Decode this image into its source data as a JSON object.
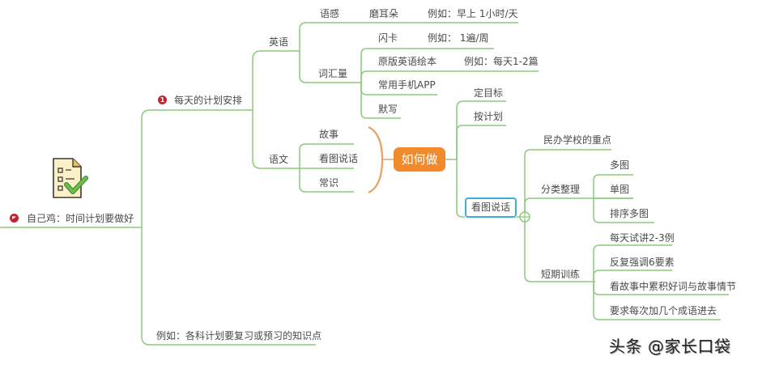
{
  "root": {
    "label": "自己鸡：时间计划要做好",
    "icon": "checklist-document-icon"
  },
  "branches": {
    "daily_plan": {
      "label": "每天的计划安排",
      "marker": "1"
    },
    "example_review": {
      "label": "例如：各科计划要复习或预习的知识点"
    }
  },
  "english": {
    "label": "英语",
    "yugan": {
      "label": "语感",
      "item": "磨耳朵",
      "example": "例如：早上 1小时/天"
    },
    "vocab": {
      "label": "词汇量",
      "items": [
        {
          "label": "闪卡",
          "example": "例如： 1遍/周"
        },
        {
          "label": "原版英语绘本",
          "example": "例如：每天1-2篇"
        },
        {
          "label": "常用手机APP"
        },
        {
          "label": "默写"
        }
      ]
    }
  },
  "chinese": {
    "label": "语文",
    "items": [
      "故事",
      "看图说话",
      "常识"
    ]
  },
  "how": {
    "label": "如何做",
    "items": [
      "定目标",
      "按计划"
    ],
    "selected": "看图说话"
  },
  "kantu": {
    "key_point": "民办学校的重点",
    "classify": {
      "label": "分类整理",
      "items": [
        "多图",
        "单图",
        "排序多图"
      ]
    },
    "training": {
      "label": "短期训练",
      "items": [
        "每天试讲2-3例",
        "反复强调6要素",
        "看故事中累积好词与故事情节",
        "要求每次加几个成语进去"
      ]
    }
  },
  "watermark": "头条 @家长口袋",
  "colors": {
    "line": "#8cc97a",
    "accent_orange": "#f08a2c",
    "selected_border": "#3cb1d6",
    "marker_red": "#c0262d"
  }
}
